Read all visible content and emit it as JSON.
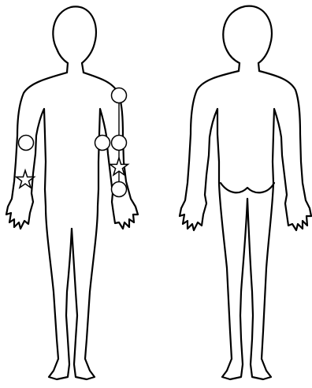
{
  "figures": [
    {
      "view": "front"
    },
    {
      "view": "back"
    }
  ],
  "markers": [
    {
      "shape": "circle",
      "location": "right-upper-arm"
    },
    {
      "shape": "star",
      "location": "right-forearm"
    },
    {
      "shape": "circle",
      "location": "left-shoulder"
    },
    {
      "shape": "circle",
      "location": "left-elbow-outer"
    },
    {
      "shape": "circle",
      "location": "left-elbow-inner"
    },
    {
      "shape": "star",
      "location": "left-forearm"
    },
    {
      "shape": "circle",
      "location": "left-wrist"
    }
  ],
  "colors": {
    "stroke": "#000000",
    "background": "#ffffff"
  }
}
